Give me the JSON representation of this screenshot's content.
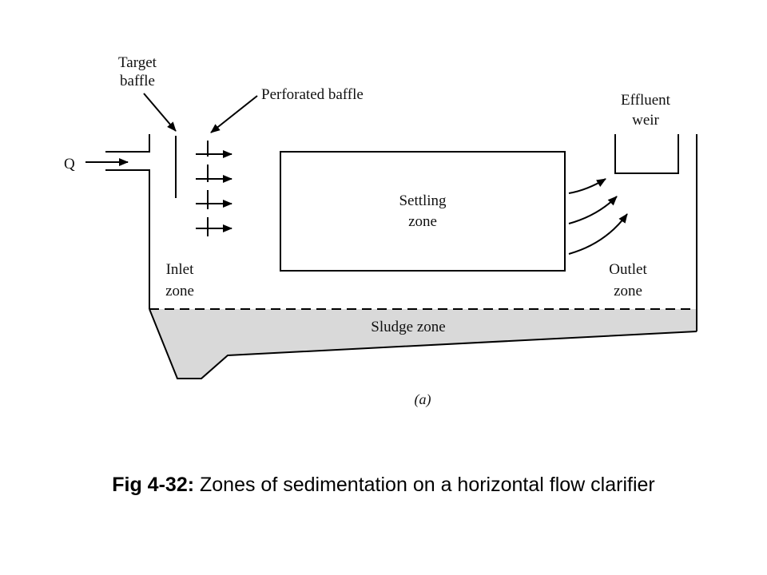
{
  "diagram": {
    "labels": {
      "q": "Q",
      "target_baffle_1": "Target",
      "target_baffle_2": "baffle",
      "perforated_baffle": "Perforated baffle",
      "effluent_weir_1": "Effluent",
      "effluent_weir_2": "weir",
      "settling_zone_1": "Settling",
      "settling_zone_2": "zone",
      "inlet_zone_1": "Inlet",
      "inlet_zone_2": "zone",
      "outlet_zone_1": "Outlet",
      "outlet_zone_2": "zone",
      "sludge_zone": "Sludge zone",
      "subfigure": "(a)"
    },
    "colors": {
      "line": "#000000",
      "sludge_fill": "#d9d9d9"
    }
  },
  "caption": {
    "prefix": "Fig 4-32:",
    "text": " Zones of sedimentation on a horizontal flow clarifier"
  }
}
